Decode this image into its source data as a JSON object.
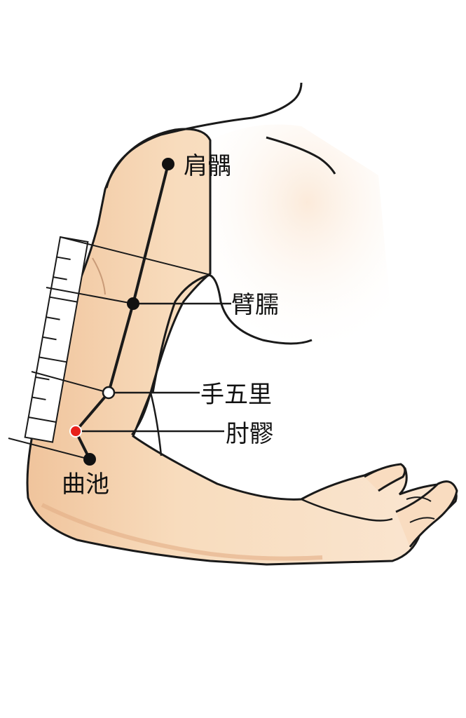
{
  "points": [
    {
      "id": "jianyu",
      "label": "肩髃",
      "kind": "normal"
    },
    {
      "id": "binao",
      "label": "臂臑",
      "kind": "normal"
    },
    {
      "id": "shouwuli",
      "label": "手五里",
      "kind": "open"
    },
    {
      "id": "zhouliao",
      "label": "肘髎",
      "kind": "highlight"
    },
    {
      "id": "quchi",
      "label": "曲池",
      "kind": "normal"
    }
  ],
  "colors": {
    "skin": "#f6d4b0",
    "skin_shadow": "#e7b58e",
    "outline": "#1a1a1a",
    "point": "#111111",
    "point_open": "#ffffff",
    "point_highlight": "#e8201a"
  },
  "scale": {
    "tick_count": 9
  }
}
